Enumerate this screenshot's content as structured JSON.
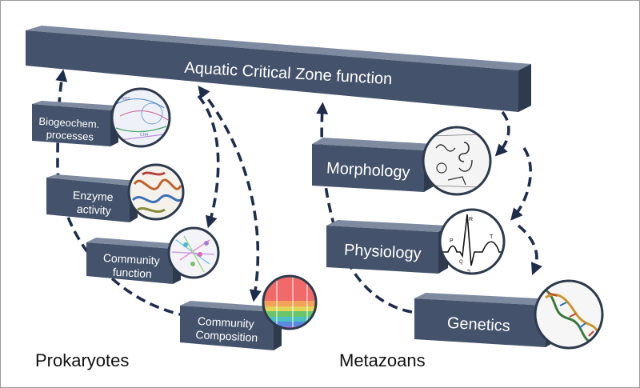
{
  "title": "Aquatic Critical Zone function",
  "colors": {
    "box_front": "#44536b",
    "box_top": "#7d8aa0",
    "box_side": "#2e3a4d",
    "arrow": "#1f2d4d"
  },
  "prokaryotes": {
    "heading": "Prokaryotes",
    "items": [
      {
        "line1": "Biogeochem.",
        "line2": "processes",
        "icon": "chemistry-diagram-icon"
      },
      {
        "line1": "Enzyme",
        "line2": "activity",
        "icon": "protein-structure-icon"
      },
      {
        "line1": "Community",
        "line2": "function",
        "icon": "network-cluster-icon"
      },
      {
        "line1": "Community",
        "line2": "Composition",
        "icon": "stacked-bar-icon"
      }
    ]
  },
  "metazoans": {
    "heading": "Metazoans",
    "items": [
      {
        "line1": "Morphology",
        "icon": "organism-sketch-icon"
      },
      {
        "line1": "Physiology",
        "icon": "ecg-trace-icon",
        "ecg_letters": [
          "R",
          "P",
          "T",
          "Q",
          "S"
        ]
      },
      {
        "line1": "Genetics",
        "icon": "dna-helix-icon"
      }
    ]
  }
}
